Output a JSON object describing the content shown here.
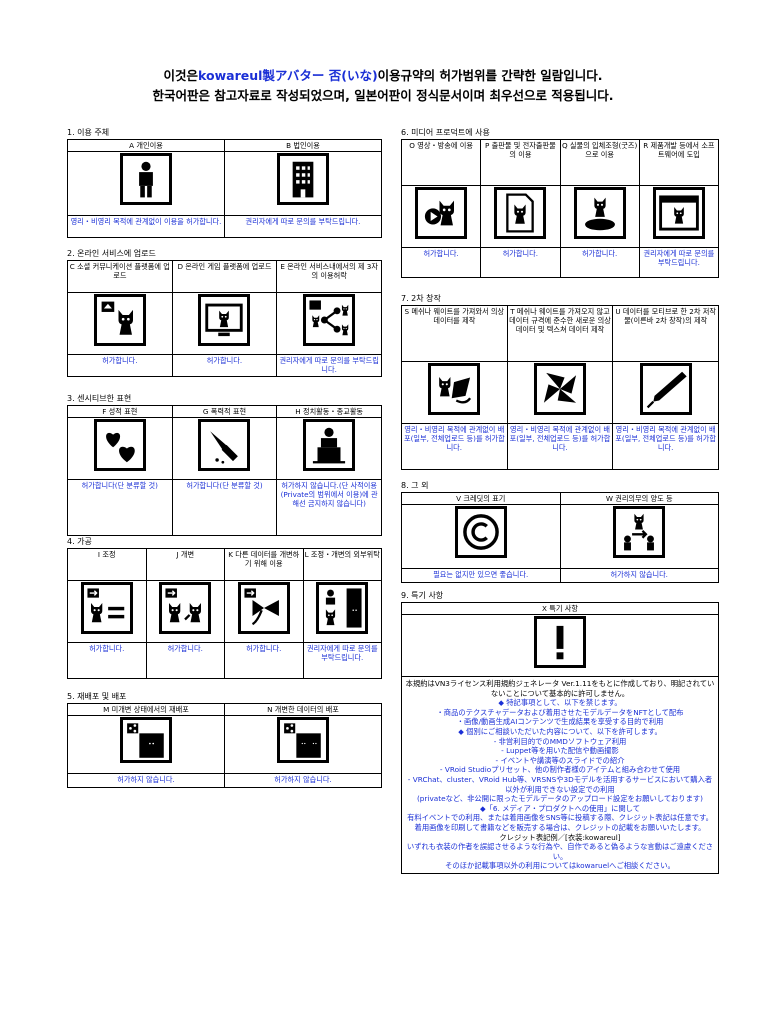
{
  "header": {
    "line1_pre": "이것은",
    "line1_blue": "kowareul製アバター 否(いな)",
    "line1_post": "이용규약의 허가범위를 간략한 일람입니다.",
    "line2": "한국어판은 참고자료로 작성되었으며, 일본어판이 정식문서이며 최우선으로 적용됩니다."
  },
  "sections": {
    "s1": {
      "title": "1. 이용 주체",
      "cols": [
        {
          "label": "A 개인이용",
          "result": "영리・비영리 목적에 관계없이 이용을 허가합니다.",
          "icon": "person-icon"
        },
        {
          "label": "B 법인이용",
          "result": "권리자에게 따로 문의를 부탁드립니다.",
          "icon": "building-icon"
        }
      ]
    },
    "s2": {
      "title": "2. 온라인 서비스에 업로드",
      "cols": [
        {
          "label": "C 소셜 커뮤니케이션 플랫폼에 업로드",
          "result": "허가합니다.",
          "icon": "upload-cat-icon"
        },
        {
          "label": "D 온라인 게임 플랫폼에 업로드",
          "result": "허가합니다.",
          "icon": "monitor-cat-icon"
        },
        {
          "label": "E 온라인 서비스내에서의 제 3자의 이용허락",
          "result": "권리자에게 따로 문의를 부탁드립니다.",
          "icon": "share-cats-icon"
        }
      ]
    },
    "s3": {
      "title": "3. 센시티브한 표현",
      "cols": [
        {
          "label": "F 성적 표현",
          "result": "허가합니다(단 분류할 것)",
          "icon": "hearts-icon"
        },
        {
          "label": "G 폭력적 표현",
          "result": "허가합니다(단 분류할 것)",
          "icon": "knife-icon"
        },
        {
          "label": "H 정치활동・종교활동",
          "result": "허가하지 않습니다.(단 사적이용(Private의 범위에서 이용)에 관해선 금지하지 않습니다)",
          "icon": "podium-icon"
        }
      ]
    },
    "s4": {
      "title": "4. 가공",
      "cols": [
        {
          "label": "I 조정",
          "result": "허가합니다.",
          "icon": "adjust-icon"
        },
        {
          "label": "J 개변",
          "result": "허가합니다.",
          "icon": "modify-icon"
        },
        {
          "label": "K 다른 데이터를 개변하기 위해 이용",
          "result": "허가합니다.",
          "icon": "ribbon-icon"
        },
        {
          "label": "L 조정・개변의 외부위탁",
          "result": "권리자에게 따로 문의를 부탁드립니다.",
          "icon": "outsource-icon"
        }
      ]
    },
    "s5": {
      "title": "5. 재배포 및 배포",
      "cols": [
        {
          "label": "M 미개변 상태에서의 재배포",
          "result": "허가하지 않습니다.",
          "icon": "redistribute-icon"
        },
        {
          "label": "N 개변한 데이터의 배포",
          "result": "허가하지 않습니다.",
          "icon": "distribute-modified-icon"
        }
      ]
    },
    "s6": {
      "title": "6. 미디어 프로덕트에 사용",
      "cols": [
        {
          "label": "O 영상・방송에 이용",
          "result": "허가합니다.",
          "icon": "video-icon"
        },
        {
          "label": "P 출판물 및 전자출판물의 이용",
          "result": "허가합니다.",
          "icon": "document-icon"
        },
        {
          "label": "Q 실물의 입체조형(굿즈)으로 이용",
          "result": "허가합니다.",
          "icon": "figure-icon"
        },
        {
          "label": "R 제품개발 등에서 소프트웨어에 도입",
          "result": "권리자에게 따로 문의를 부탁드립니다.",
          "icon": "software-icon"
        }
      ]
    },
    "s7": {
      "title": "7. 2차 창작",
      "cols": [
        {
          "label": "S 메쉬나 웨이트를 가져와서 의상 데이터를 제작",
          "result": "영리・비영리 목적에 관계없이 배포(일부, 전체업로드 등)를 허가합니다.",
          "icon": "mesh-icon"
        },
        {
          "label": "T 메쉬나 웨이트를 가져오지 않고 데이터 규격에 준수한 새로운 의상 데이터 및 텍스쳐 데이터 제작",
          "result": "영리・비영리 목적에 관계없이 배포(일부, 전체업로드 등)를 허가합니다.",
          "icon": "fabric-icon"
        },
        {
          "label": "U 데이터를 모티브로 한 2차 저작물(이른바 2차 창작)의 제작",
          "result": "영리・비영리 목적에 관계없이 배포(일부, 전체업로드 등)를 허가합니다.",
          "icon": "pen-icon"
        }
      ]
    },
    "s8": {
      "title": "8. 그 외",
      "cols": [
        {
          "label": "V 크레딧의 표기",
          "result": "필요는 없지만 있으면 좋습니다.",
          "icon": "copyright-icon"
        },
        {
          "label": "W 권리의무의 양도 등",
          "result": "허가하지 않습니다.",
          "icon": "transfer-icon"
        }
      ]
    },
    "s9": {
      "title": "9. 특기 사항",
      "label": "X 특기 사항",
      "icon": "exclamation-icon",
      "lines": [
        {
          "t": "本規約はVN3ライセンス利用規約ジェネレータ Ver.1.11をもとに作成しており、明記されていないことについて基本的に許可しません。",
          "b": true
        },
        {
          "t": "◆ 特記事項として、以下を禁じます。",
          "b": false
        },
        {
          "t": "・商品のテクスチャデータおよび着用させたモデルデータをNFTとして配布",
          "b": false
        },
        {
          "t": "・画像/動画生成AIコンテンツで生成結果を享受する目的で利用",
          "b": false
        },
        {
          "t": "◆ 個別にご相談いただいた内容について、以下を許可します。",
          "b": false
        },
        {
          "t": "- 非営利目的でのMMDソフトウェア利用",
          "b": false
        },
        {
          "t": "- Luppet等を用いた配信や動画撮影",
          "b": false
        },
        {
          "t": "- イベントや講演等のスライドでの紹介",
          "b": false
        },
        {
          "t": "- VRoid Studioプリセット、他の制作者様のアイテムと組み合わせて使用",
          "b": false
        },
        {
          "t": "- VRChat、cluster、VRoid Hub等、VRSNSや3Dモデルを活用するサービスにおいて購入者以外が利用できない設定での利用",
          "b": false
        },
        {
          "t": "(privateなど、非公開に限ったモデルデータのアップロード設定をお願いしております)",
          "b": false
        },
        {
          "t": "◆「6. メディア・プロダクトへの使用」に関して",
          "b": false
        },
        {
          "t": "有料イベントでの利用、または着用画像をSNS等に投稿する際、クレジット表記は任意です。",
          "b": false
        },
        {
          "t": "着用画像を印刷して書籍などを販売する場合は、クレジットの記載をお願いいたします。",
          "b": false
        },
        {
          "t": "クレジット表記例／[衣装:kowareul]",
          "b": true
        },
        {
          "t": "いずれも衣装の作者を誤認させるような行為や、自作であると偽るような言動はご遠慮ください。",
          "b": false
        },
        {
          "t": "そのほか記載事項以外の利用についてはkowaruelへご相談ください。",
          "b": false
        }
      ]
    }
  }
}
